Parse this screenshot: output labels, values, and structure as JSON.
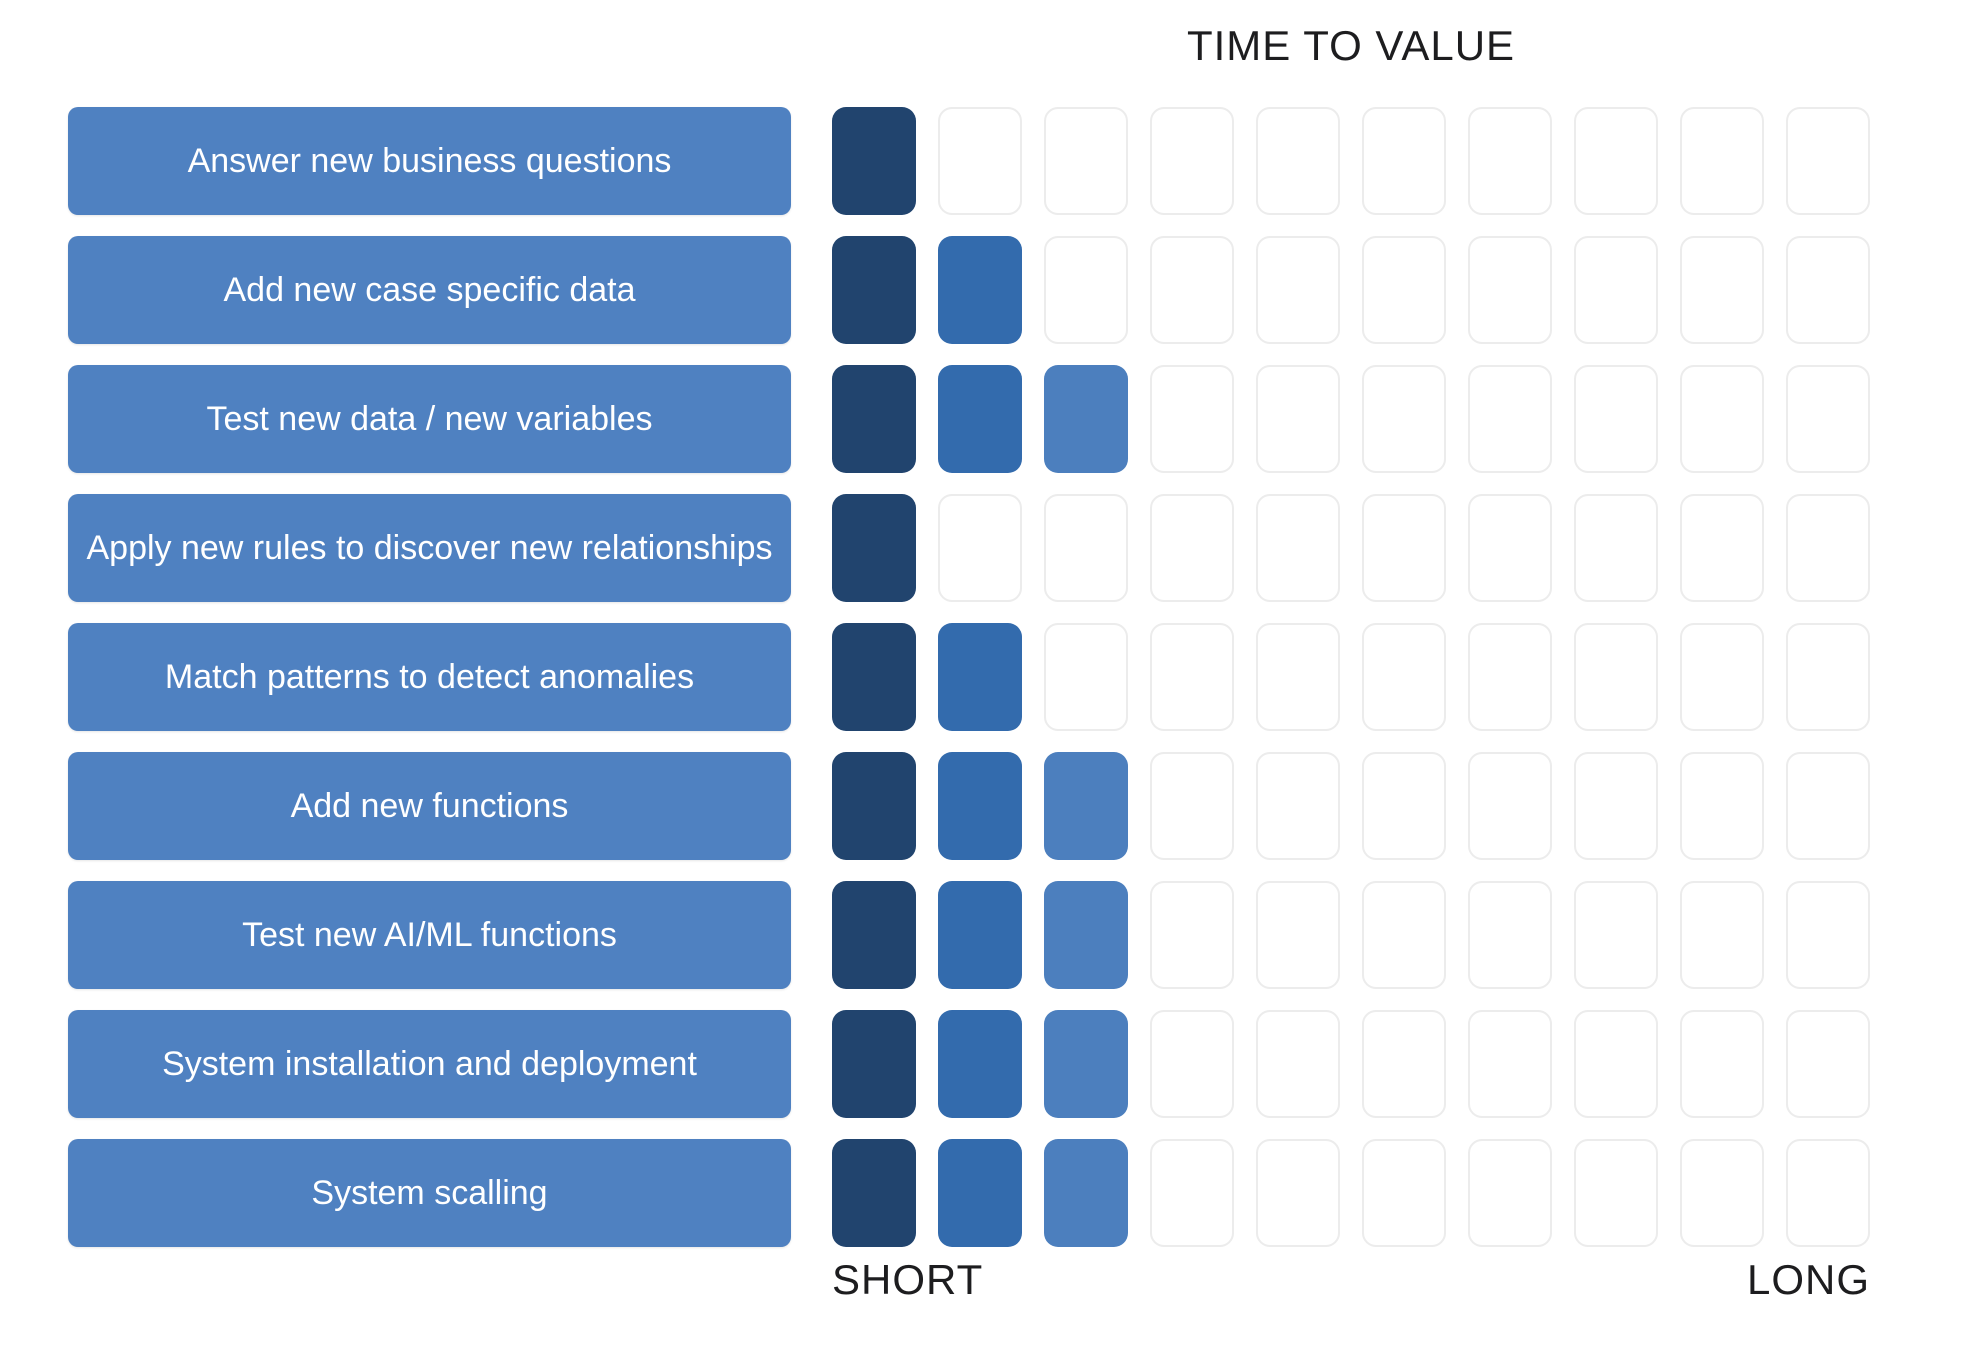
{
  "title": "TIME TO VALUE",
  "axis": {
    "left_label": "SHORT",
    "right_label": "LONG"
  },
  "grid_columns": 10,
  "colors": {
    "bar": "#4F81C1",
    "cell_fill_by_position": [
      "#21446E",
      "#336BAD",
      "#4C7FBE"
    ],
    "cell_empty_border": "#ececec",
    "text_dark": "#1d1d1f",
    "text_on_bar": "#ffffff"
  },
  "rows": [
    {
      "label": "Answer new business questions",
      "filled": 1
    },
    {
      "label": "Add new case specific data",
      "filled": 2
    },
    {
      "label": "Test new data / new variables",
      "filled": 3
    },
    {
      "label": "Apply new rules to discover new relationships",
      "filled": 1
    },
    {
      "label": "Match patterns to detect anomalies",
      "filled": 2
    },
    {
      "label": "Add new functions",
      "filled": 3
    },
    {
      "label": "Test new AI/ML functions",
      "filled": 3
    },
    {
      "label": "System installation and deployment",
      "filled": 3
    },
    {
      "label": "System scalling",
      "filled": 3
    }
  ],
  "chart_data": {
    "type": "bar",
    "orientation": "horizontal",
    "title": "TIME TO VALUE",
    "categories": [
      "Answer new business questions",
      "Add new case specific data",
      "Test new data / new variables",
      "Apply new rules to discover new relationships",
      "Match patterns to detect anomalies",
      "Add new functions",
      "Test new AI/ML functions",
      "System installation and deployment",
      "System scalling"
    ],
    "values": [
      1,
      2,
      3,
      1,
      2,
      3,
      3,
      3,
      3
    ],
    "xlabel": "",
    "ylabel": "",
    "x_axis": {
      "min_label": "SHORT",
      "max_label": "LONG",
      "min": 0,
      "max": 10
    },
    "grid": "10 equal square slots per row; filled slot count encodes time to value",
    "segment_colors_by_position": [
      "#21446E",
      "#336BAD",
      "#4C7FBE"
    ],
    "legend_position": "none"
  }
}
